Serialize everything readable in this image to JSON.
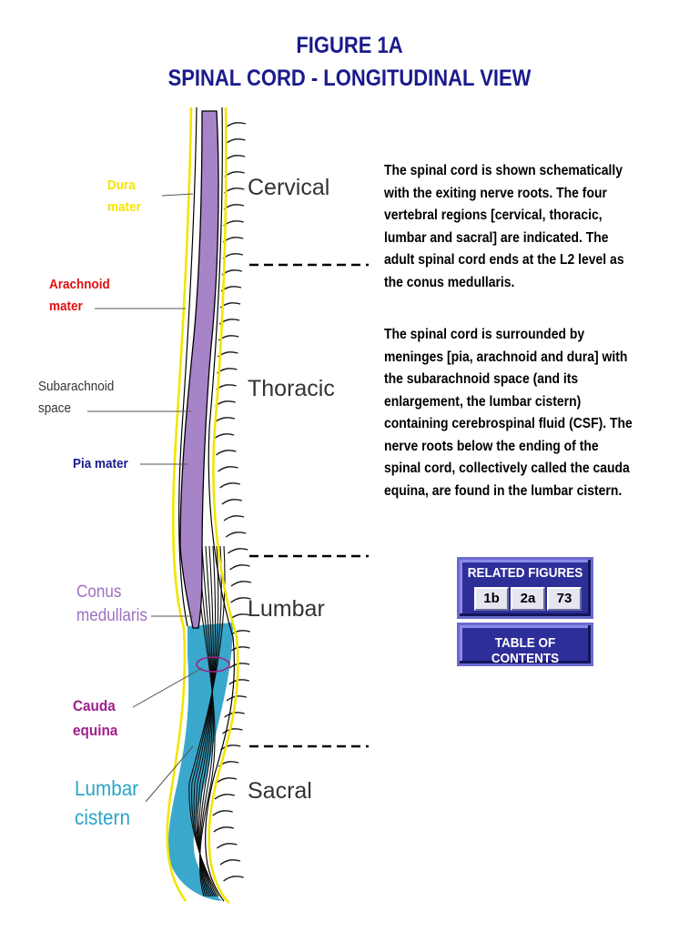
{
  "title": {
    "line1": "FIGURE 1A",
    "line2": "SPINAL CORD - LONGITUDINAL VIEW"
  },
  "labels": {
    "dura": [
      "Dura",
      "mater"
    ],
    "arachnoid": [
      "Arachnoid",
      "mater"
    ],
    "subarachnoid": [
      "Subarachnoid",
      "space"
    ],
    "pia": "Pia mater",
    "conus": [
      "Conus",
      "medullaris"
    ],
    "cauda": [
      "Cauda",
      "equina"
    ],
    "lumbar_cistern": [
      "Lumbar",
      "cistern"
    ]
  },
  "regions": {
    "cervical": "Cervical",
    "thoracic": "Thoracic",
    "lumbar": "Lumbar",
    "sacral": "Sacral"
  },
  "description": {
    "paragraph1": "The spinal cord is shown schematically\nwith the exiting nerve roots. The four\nvertebral regions [cervical, thoracic,\nlumbar and sacral] are indicated.  The\nadult spinal cord ends at the  L2 level as\nthe conus medullaris.",
    "paragraph2": "The spinal cord is surrounded by\nmeninges [pia, arachnoid and dura] with\nthe subarachnoid space (and its\nenlargement, the lumbar cistern)\ncontaining cerebrospinal fluid (CSF).  The\nnerve roots below the ending of the\nspinal cord, collectively called the cauda\nequina, are found in the lumbar cistern."
  },
  "related_figures": {
    "title": "RELATED FIGURES",
    "buttons": [
      "1b",
      "2a",
      "73"
    ]
  },
  "toc_label": "TABLE OF CONTENTS",
  "colors": {
    "title": "#1a1a8c",
    "dura": "#f2e600",
    "arachnoid": "#e01010",
    "pia": "#1a1a8c",
    "conus": "#a070c0",
    "cauda": "#a0208c",
    "lumbar_cistern": "#2aa6c8",
    "cord": "#a783c8",
    "cistern": "#3aa8cc"
  }
}
